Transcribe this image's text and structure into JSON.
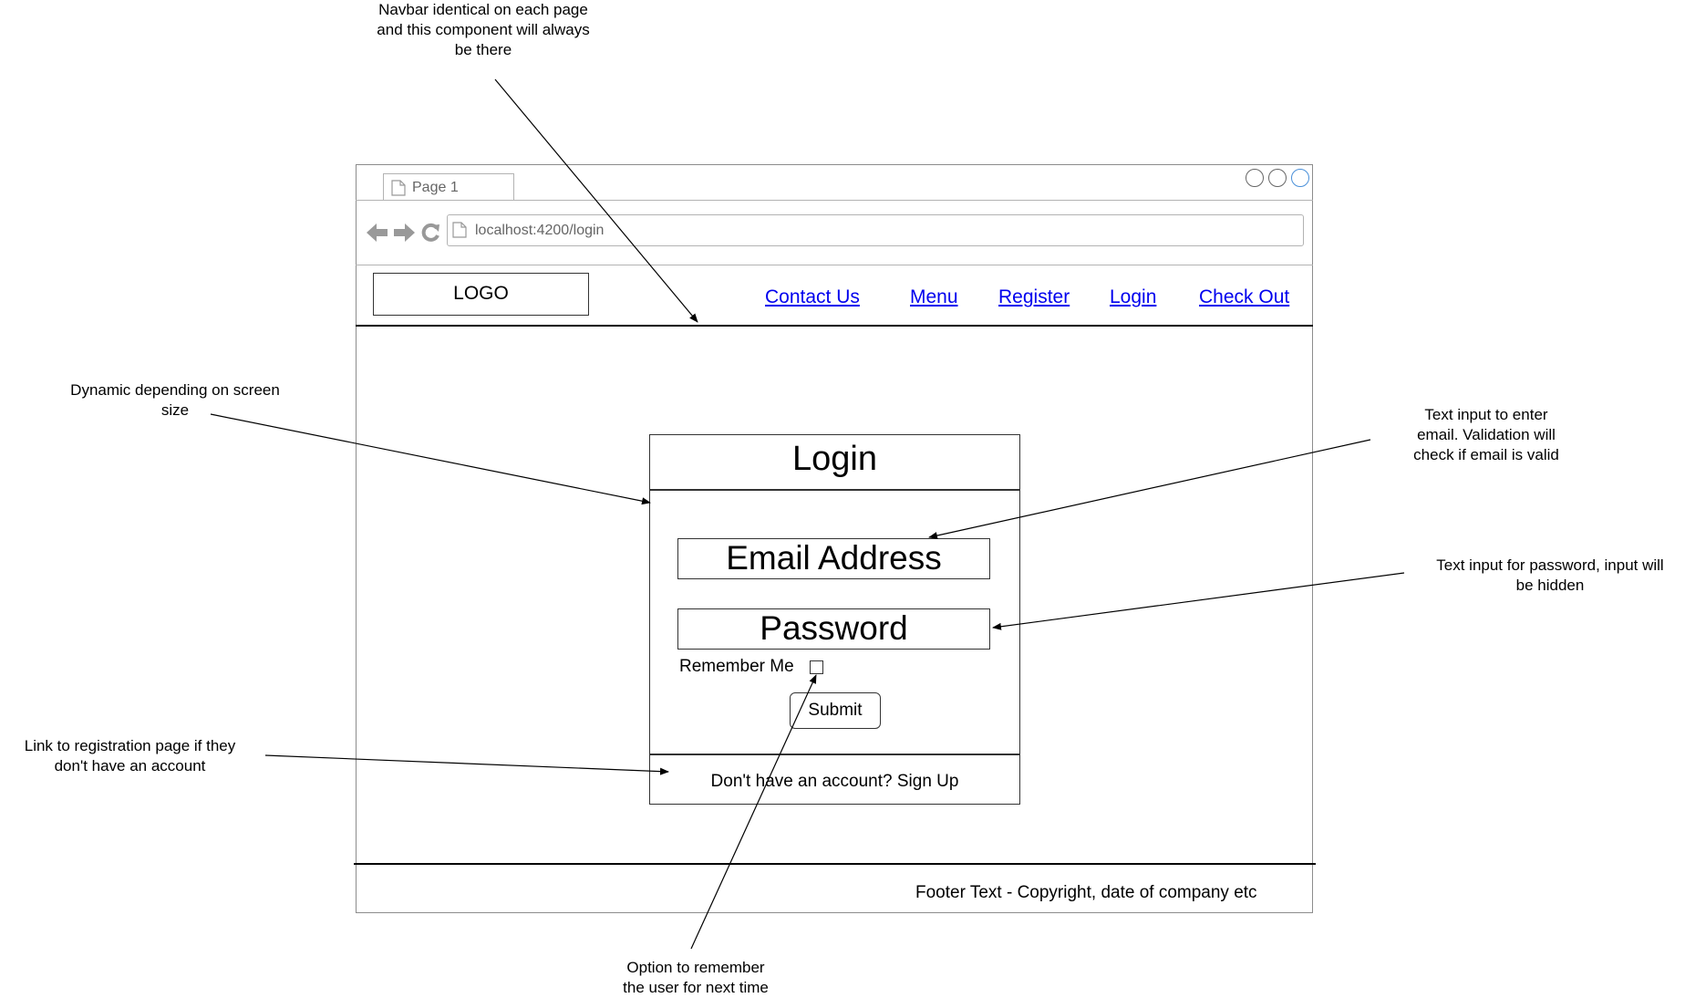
{
  "browser": {
    "tab_label": "Page 1",
    "url": "localhost:4200/login",
    "icons": [
      "back-arrow-icon",
      "forward-arrow-icon",
      "reload-icon",
      "page-icon"
    ],
    "window_buttons_color": "#4a90d9"
  },
  "navbar": {
    "logo": "LOGO",
    "links": [
      "Contact Us",
      "Menu",
      "Register",
      "Login",
      "Check Out"
    ],
    "link_color": "#0000ee"
  },
  "login_card": {
    "title": "Login",
    "email_placeholder": "Email Address",
    "password_placeholder": "Password",
    "remember_label": "Remember Me",
    "submit_label": "Submit",
    "signup_text": "Don't have an account? Sign Up"
  },
  "footer": {
    "text": "Footer Text - Copyright, date of company etc"
  },
  "annotations": {
    "navbar": [
      "Navbar identical on each page",
      "and this component will always",
      "be there"
    ],
    "dynamic": [
      "Dynamic depending on screen",
      "size"
    ],
    "email": [
      "Text input to enter",
      "email. Validation will",
      "check if email is valid"
    ],
    "password": [
      "Text input for password, input will",
      "be hidden"
    ],
    "register": [
      "Link to registration page if they",
      "don't have an account"
    ],
    "remember": [
      "Option to remember",
      "the user for next time"
    ]
  }
}
